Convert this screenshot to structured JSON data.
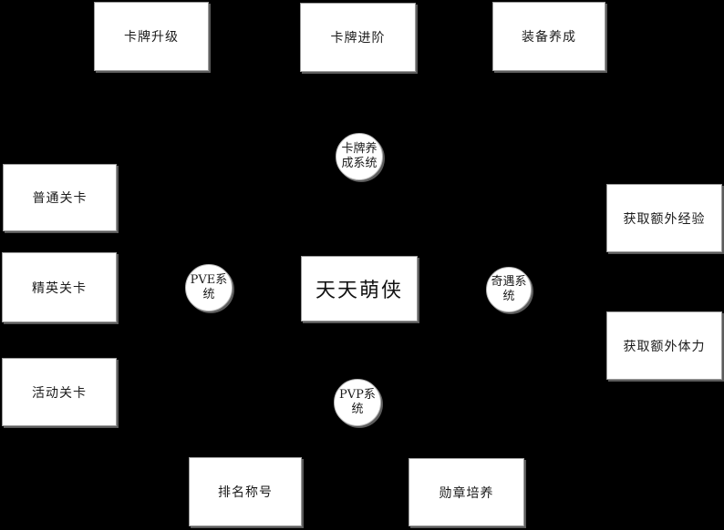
{
  "diagram": {
    "title": "天天萌侠",
    "colors": {
      "background": "#000000",
      "node_fill": "#ffffff",
      "node_border": "#9c9c9c",
      "node_shadow": "#cdcdcd",
      "text": "#1b1b1b"
    },
    "center_node": {
      "label": "天天萌侠"
    },
    "circles": [
      {
        "id": "card-growth-system",
        "label": "卡牌养成系统",
        "lines": [
          "卡牌养",
          "成系统"
        ]
      },
      {
        "id": "pve-system",
        "label": "PVE系统",
        "lines": [
          "PVE系",
          "统"
        ]
      },
      {
        "id": "adventure-system",
        "label": "奇遇系统",
        "lines": [
          "奇遇系",
          "统"
        ]
      },
      {
        "id": "pvp-system",
        "label": "PVP系统",
        "lines": [
          "PVP系",
          "统"
        ]
      }
    ],
    "boxes": [
      {
        "id": "card-upgrade",
        "label": "卡牌升级"
      },
      {
        "id": "card-advance",
        "label": "卡牌进阶"
      },
      {
        "id": "equipment-growth",
        "label": "装备养成"
      },
      {
        "id": "normal-stage",
        "label": "普通关卡"
      },
      {
        "id": "elite-stage",
        "label": "精英关卡"
      },
      {
        "id": "event-stage",
        "label": "活动关卡"
      },
      {
        "id": "extra-exp",
        "label": "获取额外经验"
      },
      {
        "id": "extra-stamina",
        "label": "获取额外体力"
      },
      {
        "id": "rank-title",
        "label": "排名称号"
      },
      {
        "id": "medal-growth",
        "label": "勋章培养"
      }
    ]
  }
}
